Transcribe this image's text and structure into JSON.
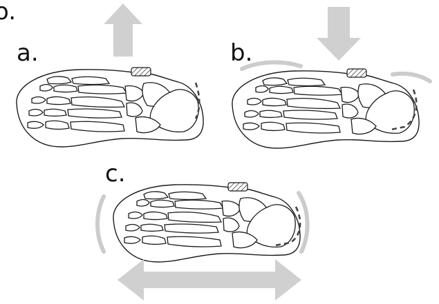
{
  "figure": {
    "partial_label": "o.",
    "panels": [
      {
        "label": "a."
      },
      {
        "label": "b."
      },
      {
        "label": "c."
      }
    ]
  }
}
